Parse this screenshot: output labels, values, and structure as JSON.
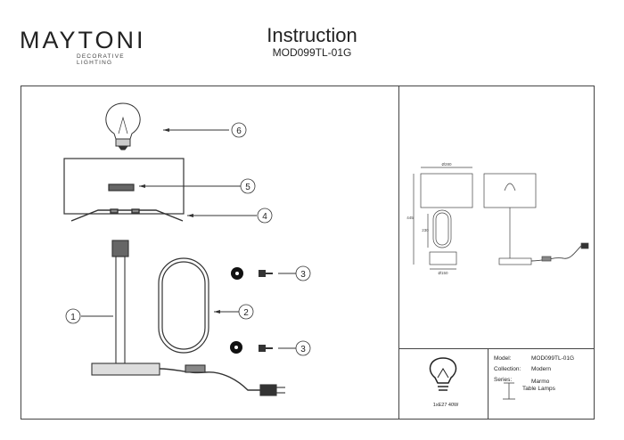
{
  "brand": {
    "name": "MAYTONI",
    "tagline": "DECORATIVE LIGHTING"
  },
  "header": {
    "title": "Instruction",
    "model_code": "MOD099TL-01G"
  },
  "parts": [
    "1",
    "2",
    "3",
    "3",
    "4",
    "5",
    "6"
  ],
  "dimensions": {
    "width_top": "Ø280",
    "height_total": "445",
    "frame_height": "230",
    "base_diameter": "Ø150"
  },
  "bulb": {
    "label": "1xE27 40W"
  },
  "specs": {
    "model_label": "Model:",
    "model_value": "MOD099TL-01G",
    "collection_label": "Collection:",
    "collection_value": "Modern",
    "series_label": "Series:",
    "series_value": "Marmo",
    "type_value": "Table Lamps"
  }
}
